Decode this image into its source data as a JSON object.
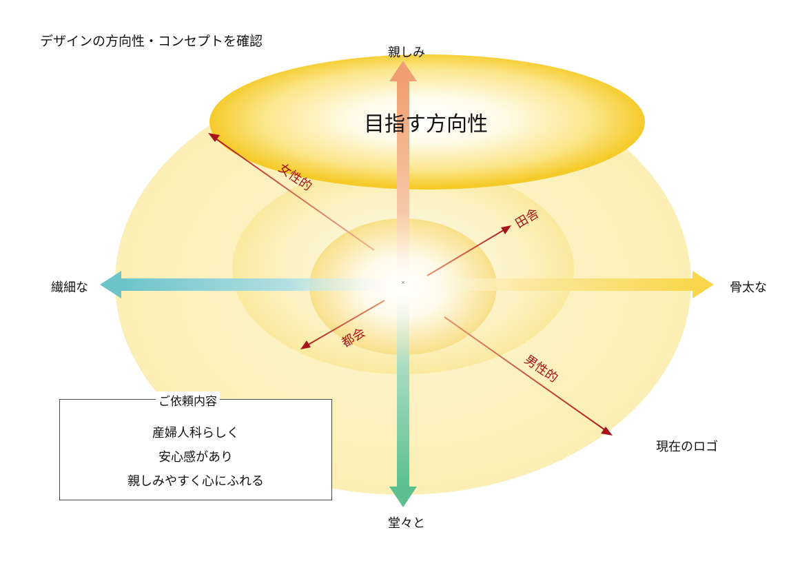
{
  "title": "デザインの方向性・コンセプトを確認",
  "axes": {
    "top": "親しみ",
    "bottom": "堂々と",
    "left": "繊細な",
    "right": "骨太な"
  },
  "diagonals": {
    "upper_left": "女性的",
    "upper_right": "田舎",
    "lower_left": "都会",
    "lower_right": "男性的"
  },
  "target_area": {
    "label": "目指す方向性"
  },
  "current_logo": {
    "label": "現在のロゴ"
  },
  "request_box": {
    "title": "ご依頼内容",
    "lines": [
      "産婦人科らしく",
      "安心感があり",
      "親しみやすく心にふれる"
    ]
  },
  "colors": {
    "top_arrow": "#f0a070",
    "bottom_arrow": "#5cbf8f",
    "left_arrow": "#6cc3c8",
    "right_arrow": "#f9d64a",
    "diagonal_arrow": "#a8141b",
    "diagonal_label": "#a8141b",
    "ellipse_gold": "#f6cf2c",
    "ellipse_pale": "#fdf1c0"
  }
}
